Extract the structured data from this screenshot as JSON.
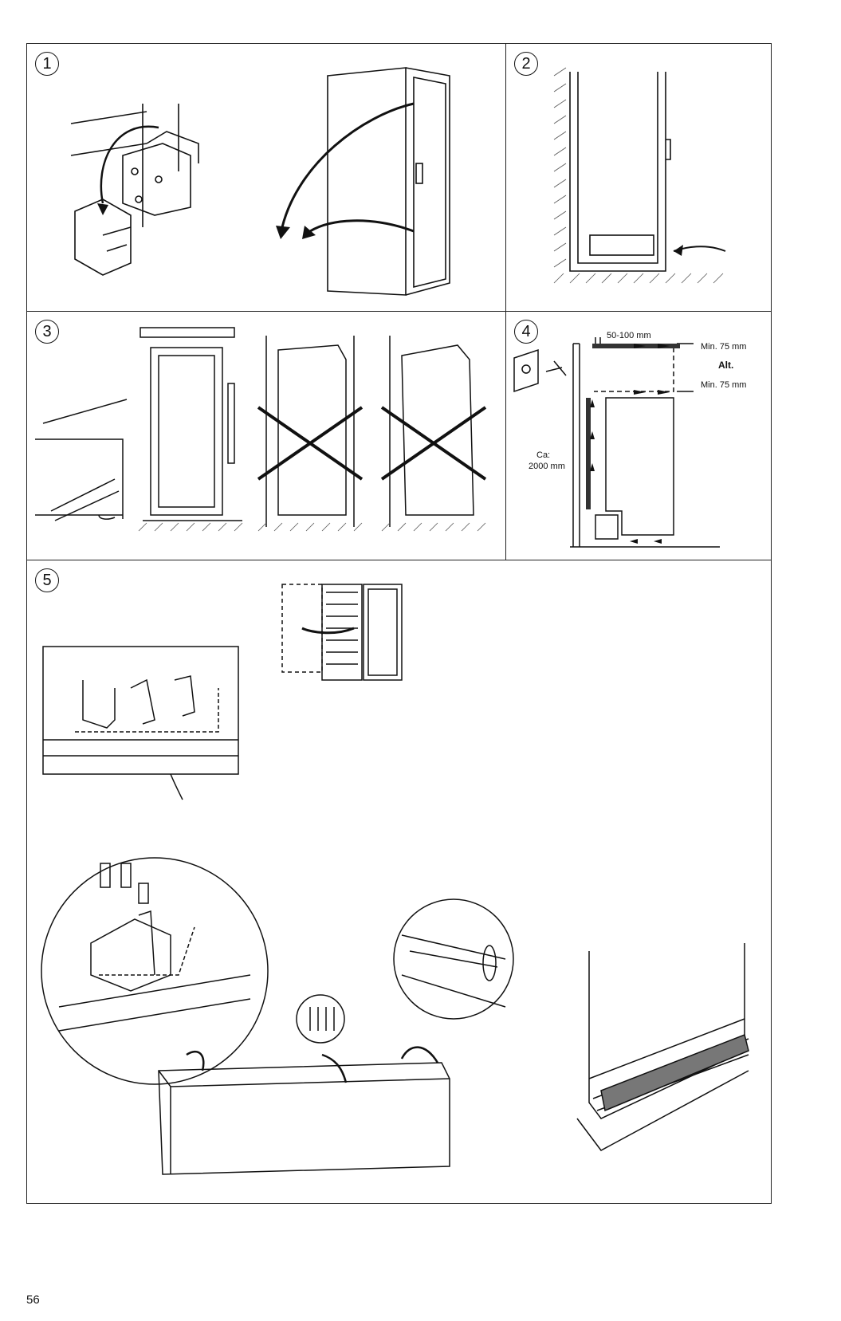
{
  "steps": [
    "1",
    "2",
    "3",
    "4",
    "5"
  ],
  "clearance": {
    "side_gap": "50-100 mm",
    "top_min": "Min. 75 mm",
    "alt": "Alt.",
    "bottom_min": "Min. 75 mm",
    "height_label_line1": "Ca:",
    "height_label_line2": "2000 mm"
  },
  "page_number": "56"
}
